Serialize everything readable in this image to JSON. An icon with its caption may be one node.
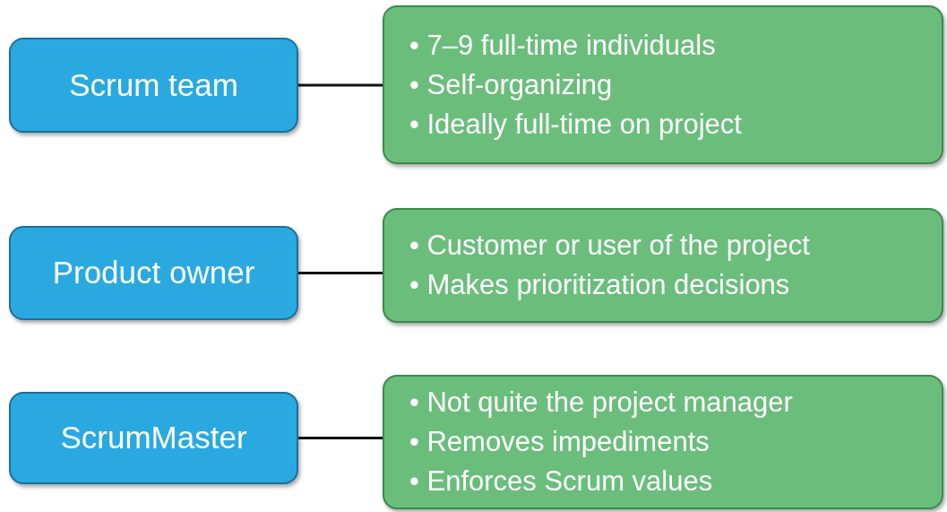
{
  "diagram": {
    "nodes": [
      {
        "text": [
          "Scrum team"
        ]
      },
      {
        "text": [
          "• 7–9 full-time individuals",
          "• Self-organizing",
          "• Ideally full-time on project"
        ]
      },
      {
        "text": [
          "Product owner"
        ]
      },
      {
        "text": [
          "• Customer or user of the project",
          "• Makes prioritization decisions"
        ]
      },
      {
        "text": [
          "ScrumMaster"
        ]
      },
      {
        "text": [
          "• Not quite the project manager",
          "• Removes impediments",
          "• Enforces Scrum values"
        ]
      }
    ],
    "edges": [
      {
        "from": 0,
        "to": 1,
        "arrow": "none"
      },
      {
        "from": 2,
        "to": 3,
        "arrow": "none"
      },
      {
        "from": 4,
        "to": 5,
        "arrow": "none"
      }
    ]
  }
}
